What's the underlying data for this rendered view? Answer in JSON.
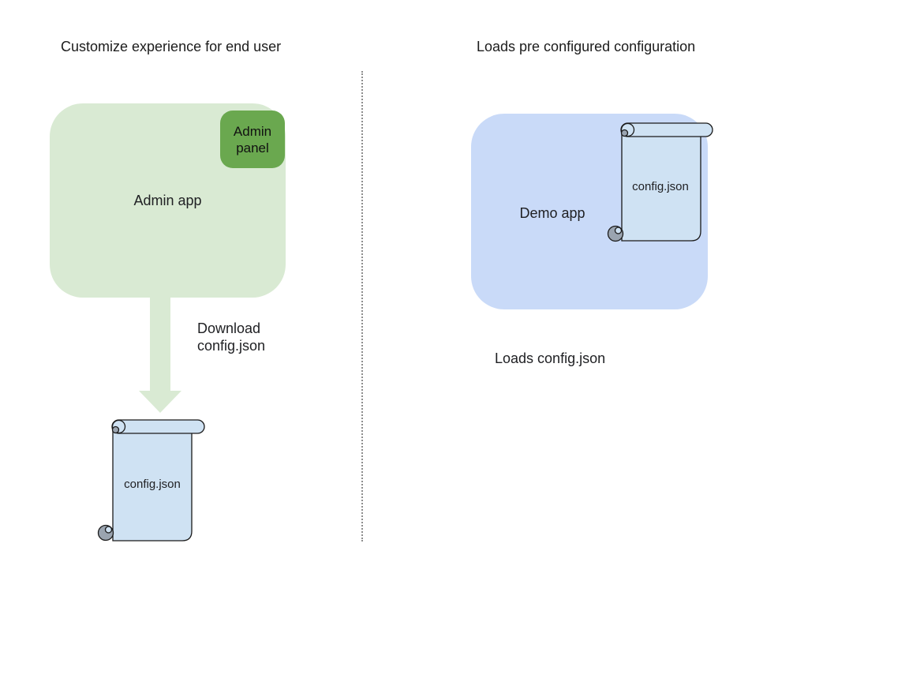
{
  "left": {
    "title": "Customize experience for end user",
    "admin_app_label": "Admin app",
    "admin_panel_label": "Admin panel",
    "download_label": "Download config.json",
    "scroll_label": "config.json"
  },
  "right": {
    "title": "Loads pre configured configuration",
    "demo_app_label": "Demo app",
    "scroll_label": "config.json",
    "caption": "Loads config.json"
  },
  "colors": {
    "admin_app_fill": "#d9ead3",
    "admin_panel_fill": "#6aa84f",
    "arrow_fill": "#d9ead3",
    "demo_app_fill": "#c9daf8",
    "scroll_fill": "#cfe2f3",
    "scroll_roll_gray": "#9aa4b0",
    "outline": "#1a1a1a",
    "divider": "#8d8d8d",
    "text": "#202124"
  }
}
